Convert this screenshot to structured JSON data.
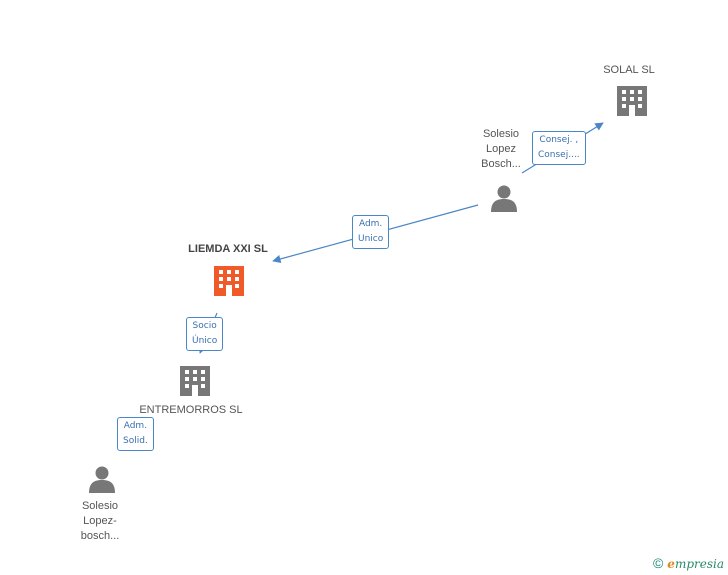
{
  "nodes": {
    "solal": {
      "label": "SOLAL SL"
    },
    "solesio_top": {
      "line1": "Solesio",
      "line2": "Lopez",
      "line3": "Bosch..."
    },
    "liemda": {
      "label": "LIEMDA XXI SL"
    },
    "entremorros": {
      "label": "ENTREMORROS SL"
    },
    "solesio_bottom": {
      "line1": "Solesio",
      "line2": "Lopez-",
      "line3": "bosch..."
    }
  },
  "edges": {
    "consej": {
      "line1": "Consej. ,",
      "line2": "Consej...."
    },
    "adm_unico": {
      "line1": "Adm.",
      "line2": "Unico"
    },
    "socio_unico": {
      "line1": "Socio",
      "line2": "Único"
    },
    "adm_solid": {
      "line1": "Adm.",
      "line2": "Solid."
    }
  },
  "colors": {
    "company": "#777777",
    "company_highlight": "#f05a28",
    "person": "#777777",
    "edge": "#4a86c8"
  },
  "icons": {
    "company": "building-icon",
    "person": "person-icon"
  },
  "footer": {
    "copyright": "©",
    "brand_e": "e",
    "brand_rest": "mpresia"
  }
}
